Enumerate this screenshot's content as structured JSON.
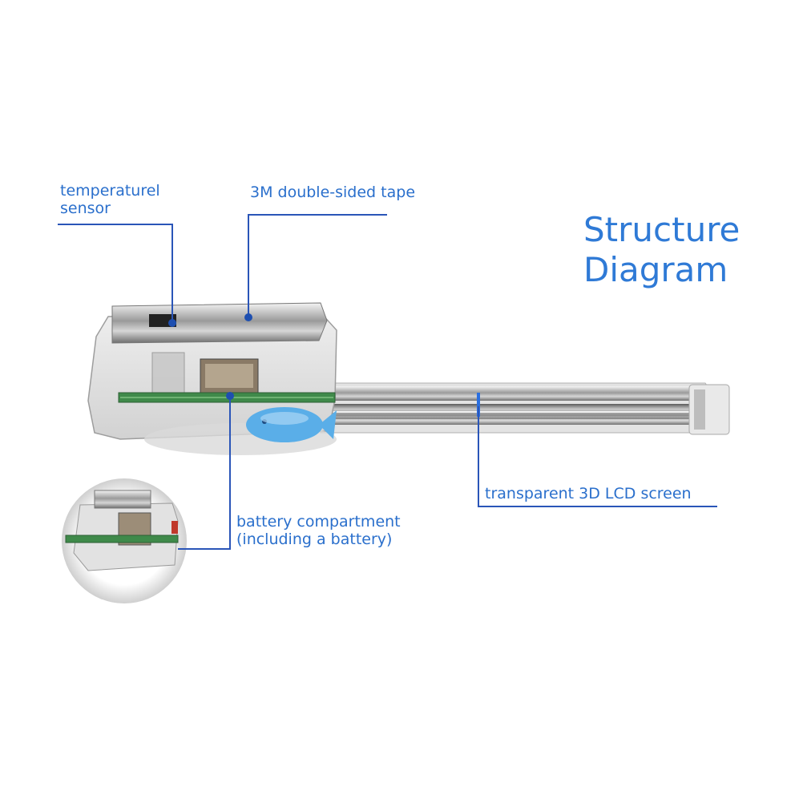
{
  "title": "Structure\nDiagram",
  "labels": {
    "temperature_sensor": "temperaturel\nsensor",
    "tape": "3M double-sided tape",
    "battery": "battery compartment\n(including a battery)",
    "lcd": "transparent 3D LCD screen"
  },
  "colors": {
    "label_text": "#2a6fcc",
    "leader_line": "#2a55b8",
    "title_text": "#2f7ad6",
    "pcb_green": "#3f8a4a",
    "fish_blue": "#5aaee8"
  }
}
